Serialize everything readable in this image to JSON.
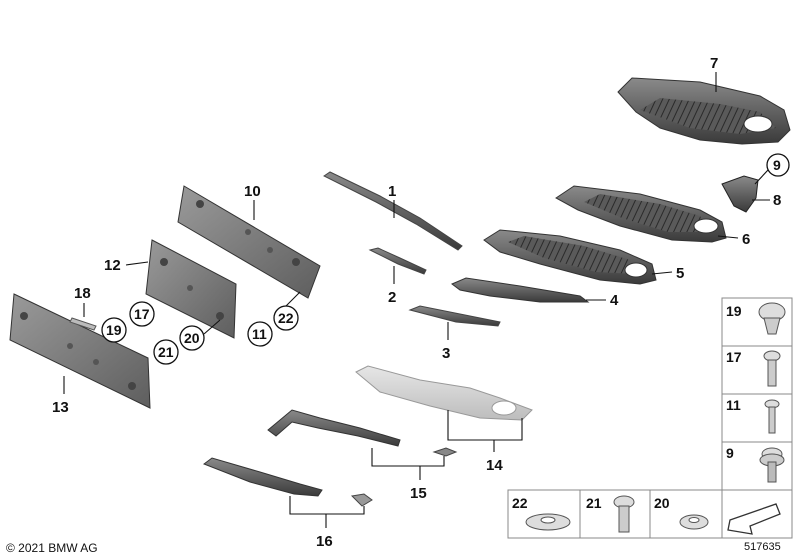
{
  "callouts": {
    "c1": "1",
    "c2": "2",
    "c3": "3",
    "c4": "4",
    "c5": "5",
    "c6": "6",
    "c7": "7",
    "c8": "8",
    "c10": "10",
    "c12": "12",
    "c13": "13",
    "c14": "14",
    "c15": "15",
    "c16": "16",
    "c18": "18"
  },
  "circled": {
    "c9": "9",
    "c11": "11",
    "c17": "17",
    "c19": "19",
    "c20": "20",
    "c21": "21",
    "c22": "22"
  },
  "legend": {
    "l19": "19",
    "l17": "17",
    "l11": "11",
    "l9": "9",
    "l22": "22",
    "l21": "21",
    "l20": "20"
  },
  "footer": {
    "copyright": "© 2021 BMW AG",
    "diagram_id": "517635"
  }
}
